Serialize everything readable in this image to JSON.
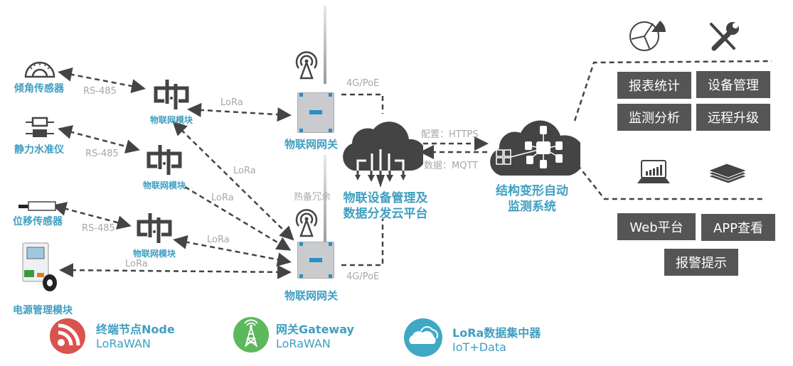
{
  "sensors": [
    {
      "label": "倾角传感器",
      "icon": "protractor-icon",
      "link": "RS-485"
    },
    {
      "label": "静力水准仪",
      "icon": "level-gauge-icon",
      "link": "RS-485"
    },
    {
      "label": "位移传感器",
      "icon": "displacement-sensor-icon",
      "link": "RS-485"
    },
    {
      "label": "电源管理模块",
      "icon": "power-module-device",
      "link": "LoRa"
    }
  ],
  "modules": [
    {
      "label": "物联网模块"
    },
    {
      "label": "物联网模块"
    },
    {
      "label": "物联网模块"
    }
  ],
  "module_links": [
    "LoRa",
    "LoRa",
    "LoRa",
    "LoRa"
  ],
  "gateways": [
    {
      "label": "物联网网关",
      "uplink": "4G/PoE"
    },
    {
      "label": "物联网网关",
      "uplink": "4G/PoE"
    }
  ],
  "redundancy_label": "热备冗余",
  "cloud_platform": {
    "line1": "物联设备管理及",
    "line2": "数据分发云平台"
  },
  "protocols": {
    "config": "配置：HTTPS",
    "data": "数据：MQTT"
  },
  "monitoring_system": {
    "line1": "结构变形自动",
    "line2": "监测系统"
  },
  "features_top": [
    "报表统计",
    "设备管理",
    "监测分析",
    "远程升级"
  ],
  "features_bottom": [
    "Web平台",
    "APP查看",
    "报警提示"
  ],
  "legend": [
    {
      "title": "终端节点Node",
      "sub": "LoRaWAN",
      "color": "#d9534f",
      "icon": "rss-icon"
    },
    {
      "title": "网关Gateway",
      "sub": "LoRaWAN",
      "color": "#5cb85c",
      "icon": "tower-icon"
    },
    {
      "title": "LoRa数据集中器",
      "sub": "IoT+Data",
      "color": "#3fa9c5",
      "icon": "cloud-icon"
    }
  ],
  "colors": {
    "accent": "#3f9fc0",
    "dark": "#444444",
    "box": "#555555",
    "muted": "#a8a8a8"
  }
}
